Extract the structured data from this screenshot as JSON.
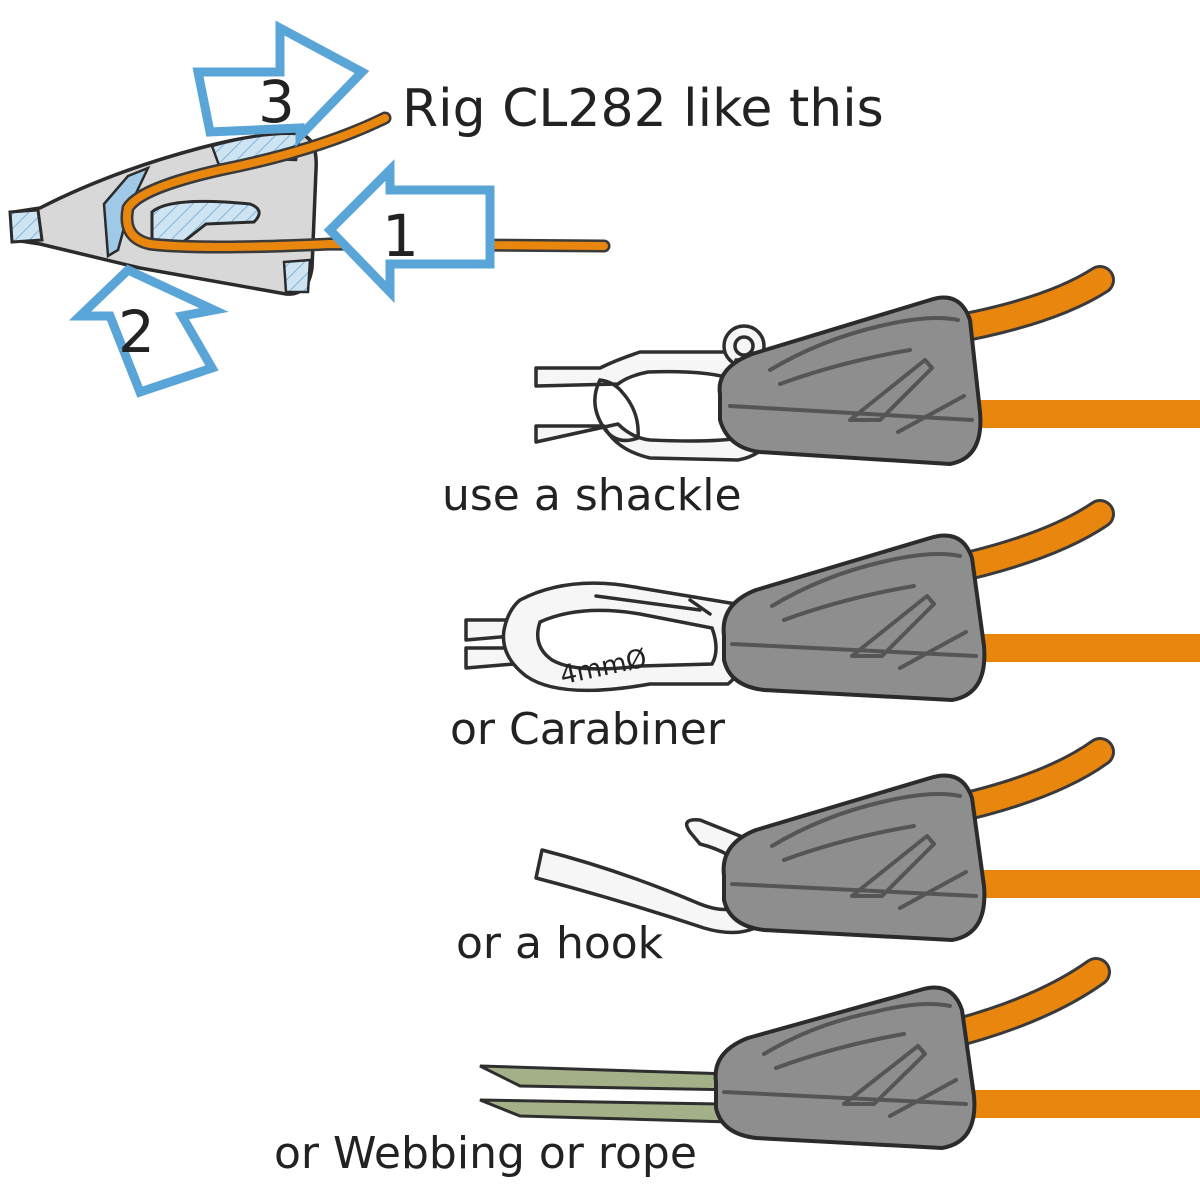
{
  "title": "Rig CL282 like this",
  "steps": [
    "1",
    "2",
    "3"
  ],
  "captions": {
    "shackle": "use a shackle",
    "carabiner": "or Carabiner",
    "hook": "or a hook",
    "webbing": "or Webbing or rope"
  },
  "carabiner_marking": "4mmØ",
  "colors": {
    "rope": "#e8860e",
    "cleat": "#8e8e8e",
    "arrow": "#5aa5d8",
    "webbing": "#a3b088"
  }
}
